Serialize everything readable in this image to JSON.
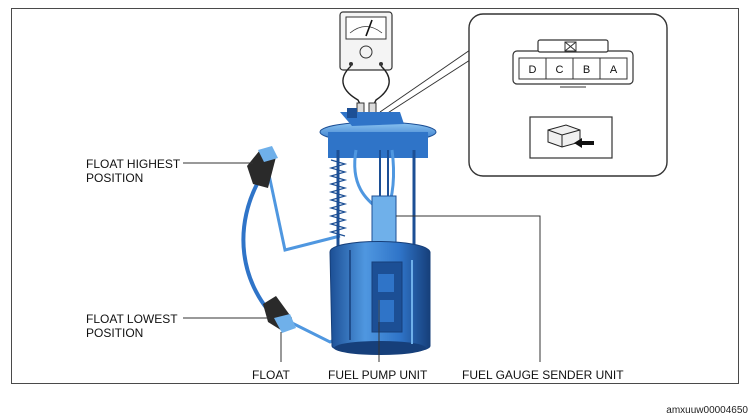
{
  "labels": {
    "float_highest": "FLOAT HIGHEST POSITION",
    "float_lowest": "FLOAT LOWEST POSITION",
    "float": "FLOAT",
    "fuel_pump_unit": "FUEL PUMP UNIT",
    "fuel_gauge_sender_unit": "FUEL GAUGE SENDER UNIT"
  },
  "connector_pins": [
    "D",
    "C",
    "B",
    "A"
  ],
  "figure_code": "amxuuw00004650",
  "colors": {
    "pump_blue": "#2f74c8",
    "pump_dark": "#1c4f95",
    "pump_light": "#6fb0ea",
    "float_dark": "#2a2a2a",
    "line": "#333333"
  }
}
